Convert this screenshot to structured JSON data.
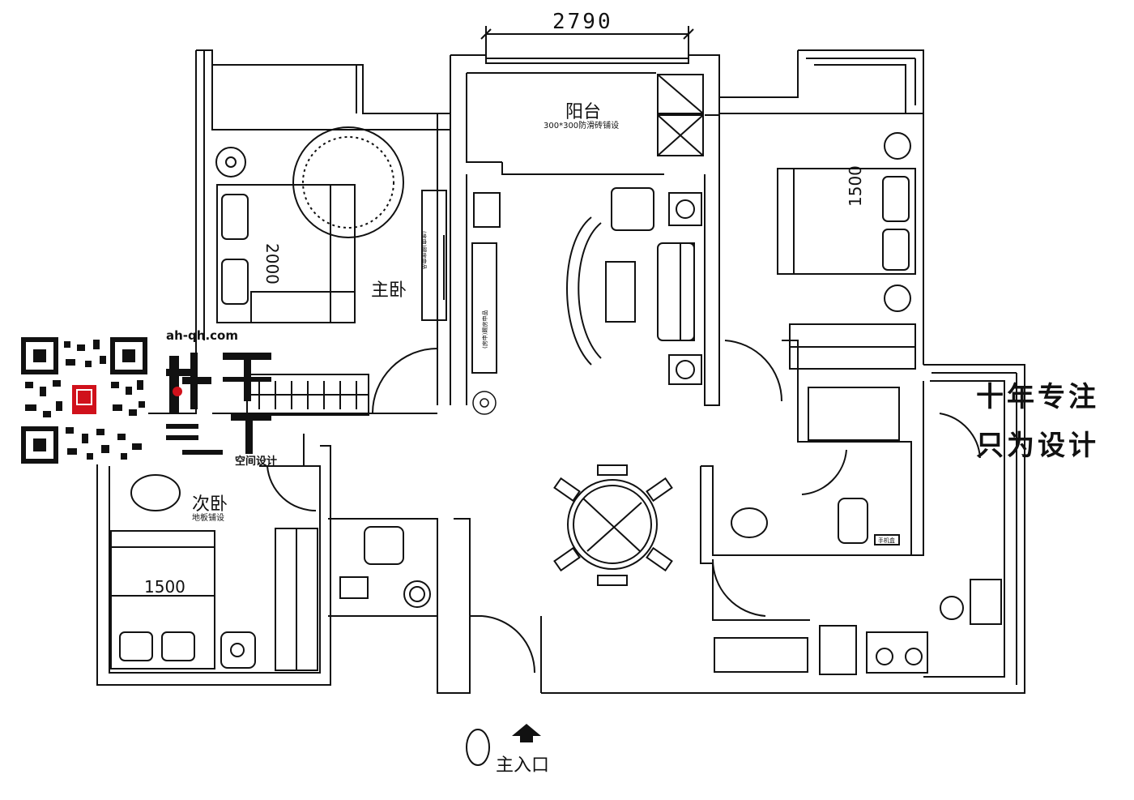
{
  "dimension": {
    "top_width": "2790"
  },
  "rooms": {
    "balcony": {
      "name": "阳台",
      "note": "300*300防滑砖铺设"
    },
    "master_bedroom": {
      "name": "主卧"
    },
    "second_bedroom": {
      "name": "次卧",
      "note": "地板铺设"
    },
    "entrance": {
      "name": "主入口"
    }
  },
  "furniture_text": {
    "master_bed_size": "2000",
    "right_bed_size": "1500",
    "second_bed_size": "1500",
    "master_tv_cabinet": "(房申)踢房申品",
    "living_tv_cabinet": "(房申)踢房申品",
    "appliance_note": "手机盒"
  },
  "watermark": {
    "url": "ah-qh.com",
    "subtitle": "空间设计",
    "slogan_line1": "十年专注",
    "slogan_line2": "只为设计"
  },
  "colors": {
    "line": "#111111",
    "accent": "#d0111b",
    "background": "#ffffff"
  }
}
